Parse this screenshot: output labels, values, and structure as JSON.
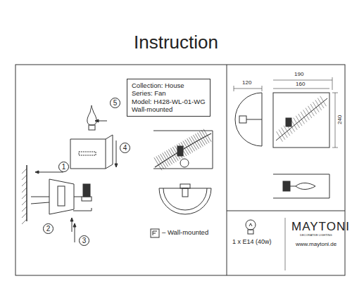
{
  "diagram": {
    "title": "Instruction",
    "nodes": [
      {
        "text": [
          "Collection: House",
          "Series: Fan",
          "Model: H428-WL-01-WG",
          "Wall-mounted"
        ]
      }
    ],
    "edges": [],
    "labels": [
      "1",
      "2",
      "3",
      "4",
      "5",
      "120",
      "190",
      "160",
      "240",
      "1 x E14 (40w)",
      "MAYTONI",
      "DECORATIVE LIGHTING",
      "www.maytoni.de"
    ],
    "legend": [
      {
        "text": "– Wall-mounted"
      }
    ]
  }
}
